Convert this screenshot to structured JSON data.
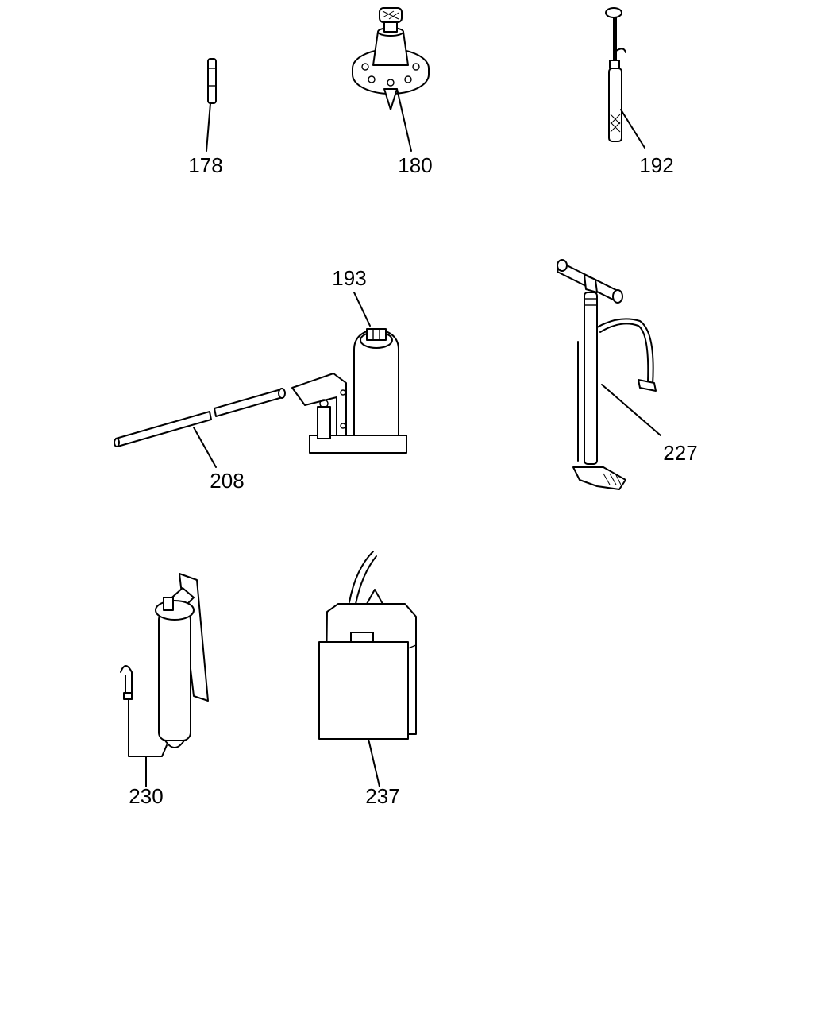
{
  "diagram": {
    "parts": [
      {
        "id": "178",
        "name": "pin-tool"
      },
      {
        "id": "180",
        "name": "flange-fixture"
      },
      {
        "id": "192",
        "name": "grease-gun-small"
      },
      {
        "id": "193",
        "name": "bottle-jack"
      },
      {
        "id": "208",
        "name": "jack-handle"
      },
      {
        "id": "227",
        "name": "tire-pump"
      },
      {
        "id": "230",
        "name": "grease-gun-lever"
      },
      {
        "id": "237",
        "name": "battery-charger-box"
      }
    ]
  },
  "colors": {
    "line": "#000000",
    "background": "#ffffff"
  }
}
